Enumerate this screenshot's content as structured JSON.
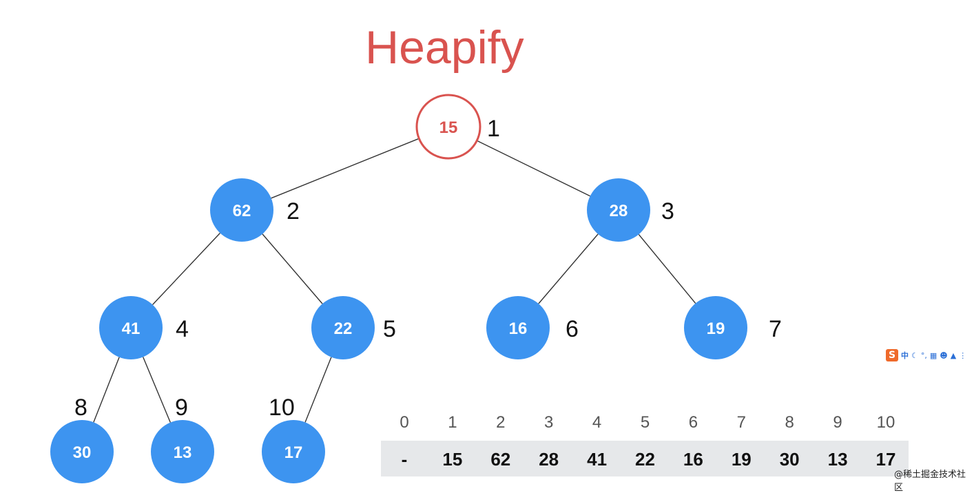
{
  "title": "Heapify",
  "colors": {
    "node_fill": "#3d94f0",
    "node_text": "#ffffff",
    "active_stroke": "#d9534f",
    "active_text": "#d9534f",
    "edge": "#333333"
  },
  "tree": {
    "nodes": [
      {
        "index": "1",
        "value": "15",
        "state": "active"
      },
      {
        "index": "2",
        "value": "62",
        "state": "normal"
      },
      {
        "index": "3",
        "value": "28",
        "state": "normal"
      },
      {
        "index": "4",
        "value": "41",
        "state": "normal"
      },
      {
        "index": "5",
        "value": "22",
        "state": "normal"
      },
      {
        "index": "6",
        "value": "16",
        "state": "normal"
      },
      {
        "index": "7",
        "value": "19",
        "state": "normal"
      },
      {
        "index": "8",
        "value": "30",
        "state": "normal"
      },
      {
        "index": "9",
        "value": "13",
        "state": "normal"
      },
      {
        "index": "10",
        "value": "17",
        "state": "normal"
      }
    ],
    "edges": [
      [
        "1",
        "2"
      ],
      [
        "1",
        "3"
      ],
      [
        "2",
        "4"
      ],
      [
        "2",
        "5"
      ],
      [
        "3",
        "6"
      ],
      [
        "3",
        "7"
      ],
      [
        "4",
        "8"
      ],
      [
        "4",
        "9"
      ],
      [
        "5",
        "10"
      ]
    ]
  },
  "array": {
    "indices": [
      "0",
      "1",
      "2",
      "3",
      "4",
      "5",
      "6",
      "7",
      "8",
      "9",
      "10"
    ],
    "values": [
      "-",
      "15",
      "62",
      "28",
      "41",
      "22",
      "16",
      "19",
      "30",
      "13",
      "17"
    ]
  },
  "ime_toolbar": {
    "logo": "S",
    "mode": "中",
    "icons": [
      "moon-icon",
      "punctuation-icon",
      "keyboard-icon",
      "user-icon",
      "shirt-icon",
      "more-icon"
    ]
  },
  "watermark": "@稀土掘金技术社区"
}
